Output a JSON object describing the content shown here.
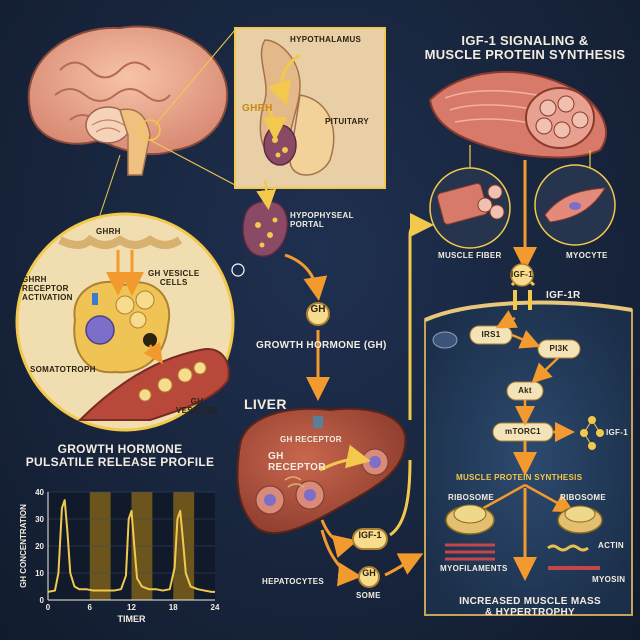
{
  "title": {
    "line1": "IGF-1 SIGNALING &",
    "line2": "MUSCLE PROTEIN SYNTHESIS"
  },
  "hypothalamus_inset": {
    "hypothalamus": "HYPOTHALAMUS",
    "ghrh": "GHRH",
    "pituitary": "PITUITARY"
  },
  "portal": {
    "line1": "HYPOPHYSEAL",
    "line2": "PORTAL"
  },
  "cell_inset": {
    "ghrh": "GHRH",
    "receptor_line1": "GHRH",
    "receptor_line2": "RECEPTOR",
    "receptor_line3": "ACTIVATION",
    "vesicle_line1": "GH VESICLE",
    "vesicle_line2": "CELLS",
    "somatotroph": "SOMATOTROPH",
    "vesicles_line1": "GH",
    "vesicles_line2": "VESICLES"
  },
  "gh": {
    "badge": "GH",
    "label": "GROWTH HORMONE (GH)"
  },
  "liver": {
    "title": "LIVER",
    "gh_receptor_top": "GH RECEPTOR",
    "gh_receptor_line1": "GH",
    "gh_receptor_line2": "RECEPTOR",
    "hepatocytes": "HEPATOCYTES",
    "igf1_badge": "IGF-1",
    "gh_badge": "GH",
    "some": "SOME"
  },
  "muscle": {
    "fiber": "MUSCLE FIBER",
    "myocyte": "MYOCYTE"
  },
  "signaling": {
    "igf1": "IGF-1",
    "igf1r": "IGF-1R",
    "irs1": "IRS1",
    "pi3k": "PI3K",
    "akt": "Akt",
    "mtorc1": "mTORC1",
    "igf1_side": "IGF-1",
    "mps": "MUSCLE PROTEIN SYNTHESIS",
    "ribosome_left": "RIBOSOME",
    "ribosome_right": "RIBOSOME",
    "myofilaments": "MYOFILAMENTS",
    "actin": "ACTIN",
    "myosin": "MYOSIN",
    "result_line1": "INCREASED MUSCLE MASS",
    "result_line2": "& HYPERTROPHY"
  },
  "chart_data": {
    "type": "line",
    "title": "GROWTH HORMONE PULSATILE RELEASE PROFILE",
    "title_line1": "GROWTH HORMONE",
    "title_line2": "PULSATILE RELEASE PROFILE",
    "xlabel": "TIMER",
    "ylabel": "GH CONCENTRATION",
    "xlim": [
      0,
      24
    ],
    "ylim": [
      0,
      40
    ],
    "xticks": [
      0,
      6,
      12,
      18,
      24
    ],
    "yticks": [
      0,
      10,
      20,
      30,
      40
    ],
    "highlight_bands": [
      [
        6,
        9
      ],
      [
        12,
        15
      ],
      [
        18,
        21
      ]
    ],
    "series": [
      {
        "x": [
          0,
          1,
          1.5,
          2,
          2.4,
          2.8,
          3.2,
          3.8,
          4.5,
          5.5,
          6.5,
          7.5,
          8.5,
          9.5,
          10.5,
          11.2,
          11.6,
          12,
          12.4,
          12.8,
          13.5,
          14.5,
          15.5,
          16.5,
          17.5,
          18.2,
          18.6,
          19,
          19.4,
          19.8,
          20.5,
          21.5,
          22.5,
          23.5,
          24
        ],
        "y": [
          3,
          3.5,
          10,
          34,
          37,
          25,
          10,
          5,
          4,
          4,
          3.5,
          3.5,
          3.5,
          3.5,
          4,
          9,
          30,
          33,
          20,
          8,
          5,
          4,
          4,
          3.5,
          4,
          12,
          30,
          33,
          22,
          10,
          5,
          4,
          3.5,
          3,
          3
        ]
      }
    ]
  },
  "colors": {
    "background": "#172338",
    "orange": "#f29a2e",
    "gold": "#f2c94c",
    "muscle": "#d87a6a",
    "liver": "#b9553f"
  }
}
